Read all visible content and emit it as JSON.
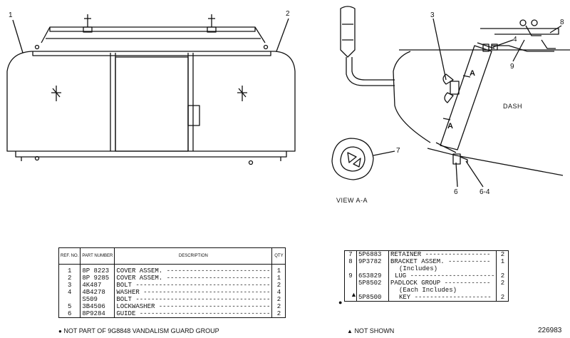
{
  "drawing": {
    "callouts": {
      "c1": "1",
      "c2": "2",
      "c3": "3",
      "c4": "4",
      "c7": "7",
      "c8": "8",
      "c9": "9",
      "c6": "6",
      "c64": "6-4"
    },
    "section_mark": "A",
    "dash_label": "DASH",
    "view_label": "VIEW A-A"
  },
  "table_left": {
    "headers": [
      "REF. NO.",
      "PART NUMBER",
      "DESCRIPTION",
      "QTY"
    ],
    "rows": [
      {
        "ref": "1",
        "part": "8P 8223",
        "desc": "COVER ASSEM. ---------------------------",
        "qty": "1"
      },
      {
        "ref": "2",
        "part": "8P 9285",
        "desc": "COVER ASSEM. ---------------------------",
        "qty": "1"
      },
      {
        "ref": "3",
        "part": "4K487",
        "desc": "BOLT -----------------------------------",
        "qty": "2"
      },
      {
        "ref": "4",
        "part": "4B4278",
        "desc": "WASHER ---------------------------------",
        "qty": "4"
      },
      {
        "ref": "",
        "part": "S509",
        "desc": "BOLT -----------------------------------",
        "qty": "2"
      },
      {
        "ref": "5",
        "part": "3B4506",
        "desc": "LOCKWASHER -----------------------------",
        "qty": "2"
      },
      {
        "ref": "6",
        "part": "8P9284",
        "desc": "GUIDE ----------------------------------",
        "qty": "2"
      }
    ]
  },
  "table_right": {
    "rows": [
      {
        "ref": "7",
        "part": "5P6883",
        "desc": "RETAINER -----------------",
        "qty": "2"
      },
      {
        "ref": "8",
        "part": "9P3782",
        "desc": "BRACKET ASSEM. -----------",
        "qty": "1"
      },
      {
        "ref": "",
        "part": "",
        "desc": "(Includes)",
        "qty": ""
      },
      {
        "ref": "9",
        "part": "6S3829",
        "desc": "LUG ----------------------",
        "qty": "2"
      },
      {
        "ref": "",
        "part": "5P8502",
        "desc": "PADLOCK GROUP ------------",
        "qty": "2"
      },
      {
        "ref": "",
        "part": "",
        "desc": "(Each Includes)",
        "qty": ""
      },
      {
        "ref": "",
        "part": "5P8500",
        "desc": "KEY --------------------",
        "qty": "2"
      }
    ]
  },
  "notes": {
    "left": "NOT PART OF 9G8848 VANDALISM GUARD GROUP",
    "right": "NOT SHOWN",
    "bullet_symbol": "●",
    "triangle_symbol": "▲"
  },
  "figure_number": "226983"
}
